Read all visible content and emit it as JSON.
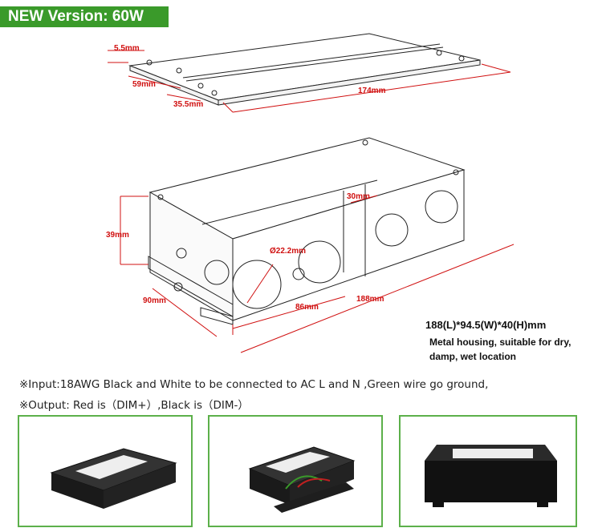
{
  "banner": {
    "title": "NEW Version: 60W"
  },
  "top_drawing": {
    "dims": {
      "thickness": "5.5mm",
      "width": "59mm",
      "hole_spacing": "35.5mm",
      "length": "174mm"
    }
  },
  "box_drawing": {
    "dims": {
      "height": "39mm",
      "hole": "Ø22.2mm",
      "partition": "30mm",
      "inner": "86mm",
      "depth": "90mm",
      "length": "188mm"
    }
  },
  "specs": {
    "size": "188(L)*94.5(W)*40(H)mm",
    "line1": "Metal housing, suitable for dry,",
    "line2": "damp, wet location"
  },
  "notes": {
    "input": "※Input:18AWG Black and White to be connected to AC L and N ,Green wire go ground,",
    "output": "※Output: Red is（DIM+）,Black is（DIM-）"
  },
  "colors": {
    "banner": "#3a9a2a",
    "dimension": "#d01010",
    "frame": "#5cb04a"
  }
}
